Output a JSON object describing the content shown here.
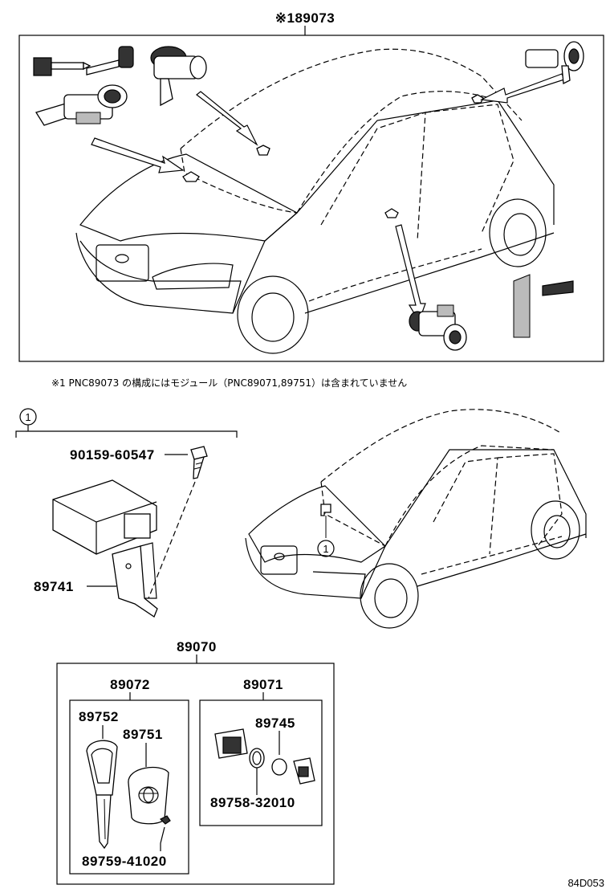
{
  "header": {
    "ref_label": "※189073"
  },
  "note": {
    "text": "※1  PNC89073 の構成にはモジュール（PNC89071,89751）は含まれていません"
  },
  "callouts": {
    "index_1": "1",
    "index_1_car": "1"
  },
  "parts": {
    "screw": "90159-60547",
    "bracket": "89741",
    "set_89070": "89070",
    "set_89072": "89072",
    "set_89071": "89071",
    "key_blade": "89752",
    "key_cover": "89751",
    "key_screw": "89759-41020",
    "module_box": "89745",
    "module_ring": "89758-32010"
  },
  "footer": {
    "code": "84D053"
  }
}
